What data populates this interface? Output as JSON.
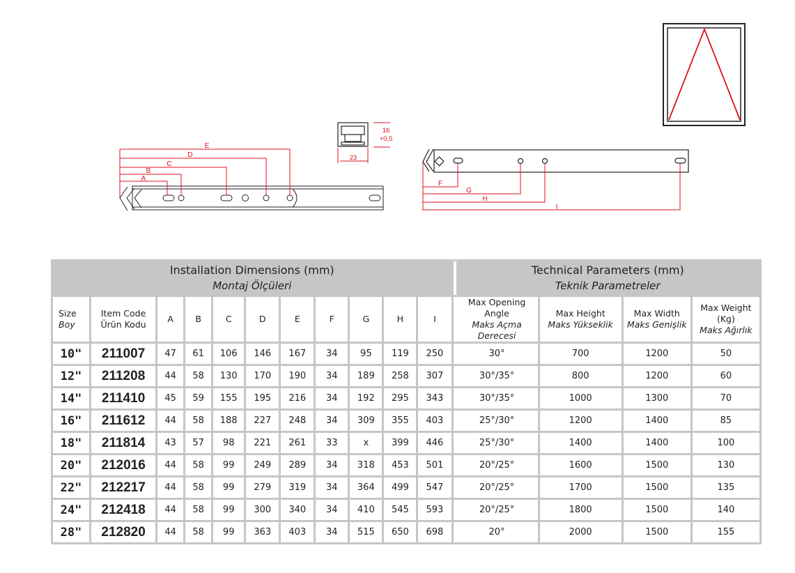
{
  "diagram": {
    "dimension_labels": [
      "A",
      "B",
      "C",
      "D",
      "E",
      "F",
      "G",
      "H",
      "I"
    ],
    "profile_height": "16",
    "profile_tolerance": "+0,5",
    "profile_width": "23",
    "accent_color": "#e0101e"
  },
  "table": {
    "install_title": "Installation Dimensions (mm)",
    "install_subtitle": "Montaj Ölçüleri",
    "tech_title": "Technical Parameters (mm)",
    "tech_subtitle": "Teknik Parametreler",
    "columns": {
      "size": "Size",
      "size_tr": "Boy",
      "code": "Item Code",
      "code_tr": "Ürün Kodu",
      "A": "A",
      "B": "B",
      "C": "C",
      "D": "D",
      "E": "E",
      "F": "F",
      "G": "G",
      "H": "H",
      "I": "I",
      "angle": "Max Opening Angle",
      "angle_tr": "Maks Açma Derecesi",
      "height": "Max Height",
      "height_tr": "Maks Yükseklik",
      "width": "Max Width",
      "width_tr": "Maks Genişlik",
      "weight": "Max Weight (Kg)",
      "weight_tr": "Maks Ağırlık"
    },
    "rows": [
      [
        "10\"",
        "211007",
        "47",
        "61",
        "106",
        "146",
        "167",
        "34",
        "95",
        "119",
        "250",
        "30°",
        "700",
        "1200",
        "50"
      ],
      [
        "12\"",
        "211208",
        "44",
        "58",
        "130",
        "170",
        "190",
        "34",
        "189",
        "258",
        "307",
        "30°/35°",
        "800",
        "1200",
        "60"
      ],
      [
        "14\"",
        "211410",
        "45",
        "59",
        "155",
        "195",
        "216",
        "34",
        "192",
        "295",
        "343",
        "30°/35°",
        "1000",
        "1300",
        "70"
      ],
      [
        "16\"",
        "211612",
        "44",
        "58",
        "188",
        "227",
        "248",
        "34",
        "309",
        "355",
        "403",
        "25°/30°",
        "1200",
        "1400",
        "85"
      ],
      [
        "18\"",
        "211814",
        "43",
        "57",
        "98",
        "221",
        "261",
        "33",
        "x",
        "399",
        "446",
        "25°/30°",
        "1400",
        "1400",
        "100"
      ],
      [
        "20\"",
        "212016",
        "44",
        "58",
        "99",
        "249",
        "289",
        "34",
        "318",
        "453",
        "501",
        "20°/25°",
        "1600",
        "1500",
        "130"
      ],
      [
        "22\"",
        "212217",
        "44",
        "58",
        "99",
        "279",
        "319",
        "34",
        "364",
        "499",
        "547",
        "20°/25°",
        "1700",
        "1500",
        "135"
      ],
      [
        "24\"",
        "212418",
        "44",
        "58",
        "99",
        "300",
        "340",
        "34",
        "410",
        "545",
        "593",
        "20°/25°",
        "1800",
        "1500",
        "140"
      ],
      [
        "28\"",
        "212820",
        "44",
        "58",
        "99",
        "363",
        "403",
        "34",
        "515",
        "650",
        "698",
        "20°",
        "2000",
        "1500",
        "155"
      ]
    ]
  }
}
